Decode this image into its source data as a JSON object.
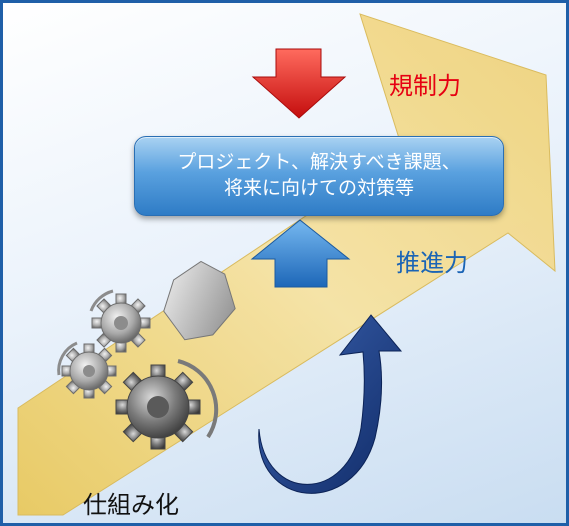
{
  "labels": {
    "restraint": "規制力",
    "promotion": "推進力",
    "systemize": "仕組み化"
  },
  "center_box": {
    "line1": "プロジェクト、解決すべき課題、",
    "line2": "将来に向けての対策等"
  },
  "colors": {
    "frame": "#1f5fa8",
    "restraint_text": "#e60012",
    "promotion_text": "#1a64b5",
    "big_arrow": "#f0d98a",
    "down_arrow": "#e8201c",
    "up_arrow": "#2d84d6",
    "curved_arrow": "#1a3f8c",
    "gear": "#9a9a9a"
  },
  "icons": [
    "gear-icon",
    "gray-arrow-icon",
    "curved-arrow-icon",
    "down-arrow-icon",
    "up-arrow-icon"
  ]
}
